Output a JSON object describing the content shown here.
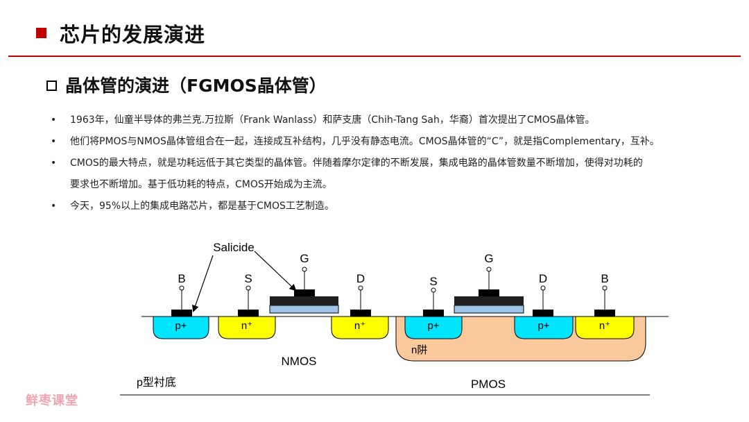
{
  "header": {
    "title": "芯片的发展演进"
  },
  "section": {
    "subtitle": "晶体管的演进（FGMOS晶体管）"
  },
  "bullets": [
    "1963年，仙童半导体的弗兰克.万拉斯（Frank Wanlass）和萨支唐（Chih-Tang Sah，华裔）首次提出了CMOS晶体管。",
    "他们将PMOS与NMOS晶体管组合在一起，连接成互补结构，几乎没有静态电流。CMOS晶体管的“C”，就是指Complementary，互补。",
    "CMOS的最大特点，就是功耗远低于其它类型的晶体管。伴随着摩尔定律的不断发展，集成电路的晶体管数量不断增加，使得对功耗的",
    "要求也不断增加。基于低功耗的特点，CMOS开始成为主流。",
    "今天，95%以上的集成电路芯片，都是基于CMOS工艺制造。"
  ],
  "bullet_marker": "•",
  "diagram": {
    "salicide_label": "Salicide",
    "nmos": {
      "terminals": {
        "b": "B",
        "s": "S",
        "g": "G",
        "d": "D"
      },
      "regions": {
        "body": "p+",
        "source": "n⁺",
        "drain": "n⁺"
      },
      "label": "NMOS"
    },
    "pmos": {
      "terminals": {
        "s": "S",
        "g": "G",
        "d": "D",
        "b": "B"
      },
      "regions": {
        "source": "p+",
        "drain": "p+",
        "body": "n⁺"
      },
      "well_label": "n阱",
      "label": "PMOS"
    },
    "substrate_label": "p型衬底",
    "colors": {
      "p_plus": "#00e5ff",
      "n_plus": "#ffff00",
      "n_well": "#f9c89b",
      "gate_oxide": "#9dc3e6",
      "contact": "#000000"
    }
  },
  "watermark": "鲜枣课堂",
  "accent_color": "#c00000"
}
